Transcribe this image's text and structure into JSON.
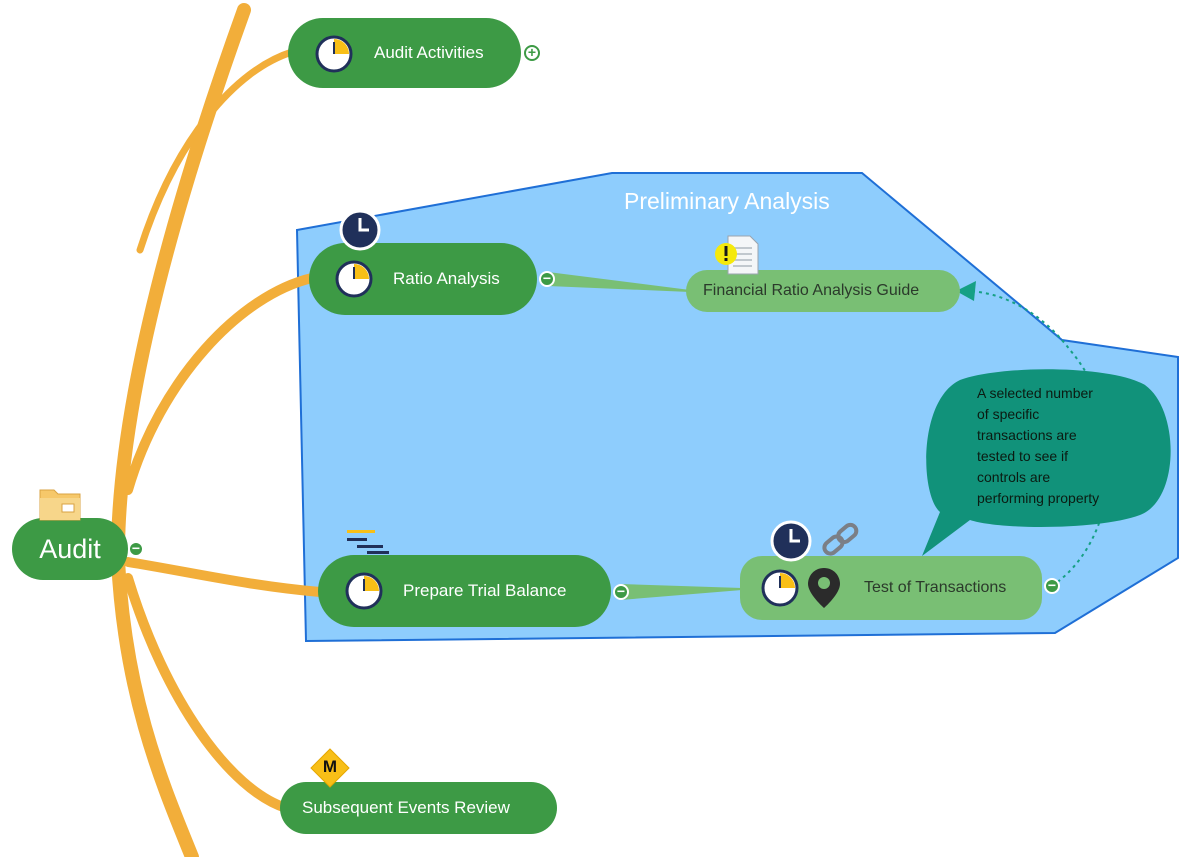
{
  "mindmap": {
    "root": {
      "label": "Audit"
    },
    "boundary": {
      "title": "Preliminary Analysis"
    },
    "topics": {
      "audit_activities": "Audit Activities",
      "ratio_analysis": "Ratio Analysis",
      "prepare_trial_balance": "Prepare Trial Balance",
      "subsequent_events_review": "Subsequent Events Review"
    },
    "subtopics": {
      "financial_ratio_guide": "Financial Ratio Analysis Guide",
      "test_of_transactions": "Test of Transactions"
    },
    "callout": {
      "lines": [
        "A selected number",
        "of specific",
        "transactions are",
        "tested to see if",
        "controls are",
        "performing property"
      ]
    },
    "markers": {
      "milestone_letter": "M"
    }
  },
  "colors": {
    "branch": "#f2ae3a",
    "topic_fill": "#3d9a45",
    "subtopic_fill": "#79bf74",
    "boundary_fill": "#8ecdfd",
    "boundary_stroke": "#1f6fd6",
    "callout_fill": "#11927a",
    "clock_navy": "#20305a",
    "clock_yellow": "#f8bf17"
  }
}
